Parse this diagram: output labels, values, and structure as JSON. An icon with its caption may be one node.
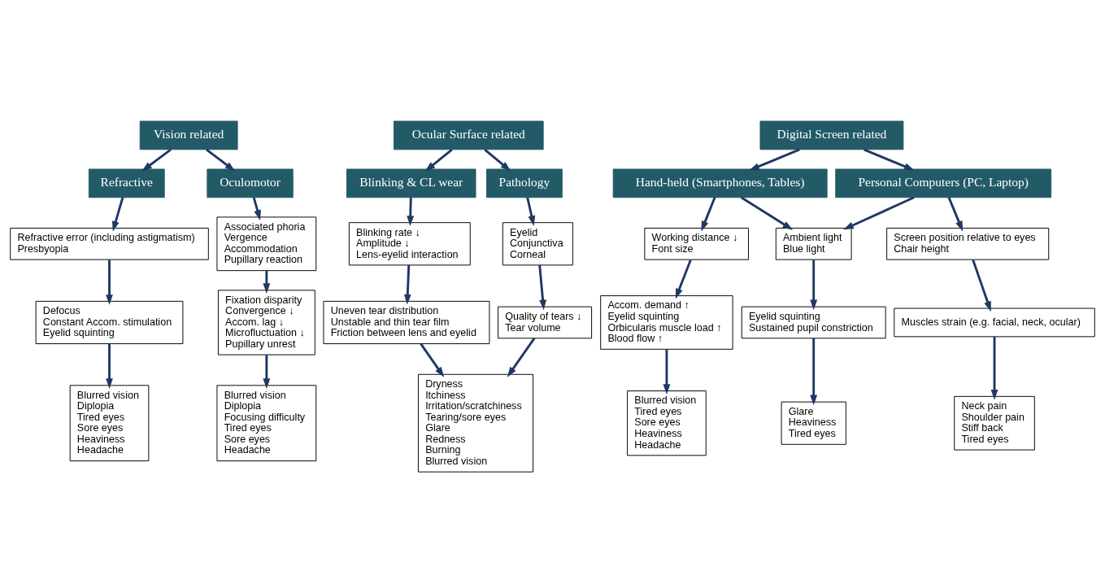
{
  "diagram": {
    "nodes": [
      {
        "text": [
          "Vision related"
        ]
      },
      {
        "text": [
          "Digital Screen related"
        ]
      },
      {
        "text": [
          "Ocular Surface related"
        ]
      },
      {
        "text": [
          "Refractive"
        ]
      },
      {
        "text": [
          "Oculomotor"
        ]
      },
      {
        "text": [
          "Hand-held (Smartphones, Tables)"
        ]
      },
      {
        "text": [
          "Personal Computers (PC, Laptop)"
        ]
      },
      {
        "text": [
          "Blinking & CL wear"
        ]
      },
      {
        "text": [
          "Pathology"
        ]
      },
      {
        "text": [
          "Refractive error (including astigmatism)",
          "Presbyopia"
        ]
      },
      {
        "text": [
          "Associated phoria",
          "Vergence",
          "Accommodation",
          "Pupillary reaction"
        ]
      },
      {
        "text": [
          "Working distance ↓",
          "Font size"
        ]
      },
      {
        "text": [
          "Ambient light",
          "Blue light"
        ]
      },
      {
        "text": [
          "Screen position relative to eyes",
          "Chair height"
        ]
      },
      {
        "text": [
          "Blinking rate ↓",
          "Amplitude ↓",
          "Lens-eyelid interaction"
        ]
      },
      {
        "text": [
          "Eyelid",
          "Conjunctiva",
          "Corneal"
        ]
      },
      {
        "text": [
          "Defocus",
          "Constant Accom. stimulation",
          "Eyelid squinting"
        ]
      },
      {
        "text": [
          "Fixation disparity",
          "Convergence ↓",
          "Accom. lag ↓",
          "Microfluctuation ↓",
          "Pupillary unrest"
        ]
      },
      {
        "text": [
          "Accom. demand ↑",
          "Eyelid squinting",
          "Orbicularis muscle load ↑",
          "Blood flow ↑"
        ]
      },
      {
        "text": [
          "Eyelid squinting",
          "Sustained pupil constriction"
        ]
      },
      {
        "text": [
          "Muscles strain (e.g. facial, neck, ocular)"
        ]
      },
      {
        "text": [
          "Uneven tear distribution",
          "Unstable and thin tear film",
          "Friction between lens and eyelid"
        ]
      },
      {
        "text": [
          "Quality of tears ↓",
          "Tear volume"
        ]
      },
      {
        "text": [
          "Blurred vision",
          "Diplopia",
          "Tired eyes",
          "Sore eyes",
          "Heaviness",
          "Headache"
        ]
      },
      {
        "text": [
          "Blurred vision",
          "Diplopia",
          "Focusing difficulty",
          "Tired eyes",
          "Sore eyes",
          "Headache"
        ]
      },
      {
        "text": [
          "Blurred vision",
          "Tired eyes",
          "Sore eyes",
          "Heaviness",
          "Headache"
        ]
      },
      {
        "text": [
          "Glare",
          "Heaviness",
          "Tired eyes"
        ]
      },
      {
        "text": [
          "Neck pain",
          "Shoulder pain",
          "Stiff back",
          "Tired eyes"
        ]
      },
      {
        "text": [
          "Dryness",
          "Itchiness",
          "Irritation/scratchiness",
          "Tearing/sore eyes",
          "Glare",
          "Redness",
          "Burning",
          "Blurred vision"
        ]
      }
    ],
    "edges": [
      {
        "from": 0,
        "to": 3,
        "arrow": "to"
      },
      {
        "from": 0,
        "to": 4,
        "arrow": "to"
      },
      {
        "from": 1,
        "to": 5,
        "arrow": "to"
      },
      {
        "from": 1,
        "to": 6,
        "arrow": "to"
      },
      {
        "from": 2,
        "to": 7,
        "arrow": "to"
      },
      {
        "from": 2,
        "to": 8,
        "arrow": "to"
      },
      {
        "from": 3,
        "to": 9,
        "arrow": "to"
      },
      {
        "from": 4,
        "to": 10,
        "arrow": "to"
      },
      {
        "from": 5,
        "to": 11,
        "arrow": "to"
      },
      {
        "from": 5,
        "to": 12,
        "arrow": "to"
      },
      {
        "from": 6,
        "to": 12,
        "arrow": "to"
      },
      {
        "from": 6,
        "to": 13,
        "arrow": "to"
      },
      {
        "from": 7,
        "to": 14,
        "arrow": "to"
      },
      {
        "from": 8,
        "to": 15,
        "arrow": "to"
      },
      {
        "from": 9,
        "to": 16,
        "arrow": "to"
      },
      {
        "from": 10,
        "to": 17,
        "arrow": "to"
      },
      {
        "from": 11,
        "to": 18,
        "arrow": "to"
      },
      {
        "from": 12,
        "to": 19,
        "arrow": "to"
      },
      {
        "from": 13,
        "to": 20,
        "arrow": "to"
      },
      {
        "from": 14,
        "to": 21,
        "arrow": "to"
      },
      {
        "from": 15,
        "to": 22,
        "arrow": "to"
      },
      {
        "from": 16,
        "to": 23,
        "arrow": "to"
      },
      {
        "from": 17,
        "to": 24,
        "arrow": "to"
      },
      {
        "from": 18,
        "to": 25,
        "arrow": "to"
      },
      {
        "from": 19,
        "to": 26,
        "arrow": "to"
      },
      {
        "from": 20,
        "to": 27,
        "arrow": "to"
      },
      {
        "from": 21,
        "to": 28,
        "arrow": "to"
      },
      {
        "from": 22,
        "to": 28,
        "arrow": "to"
      }
    ]
  }
}
